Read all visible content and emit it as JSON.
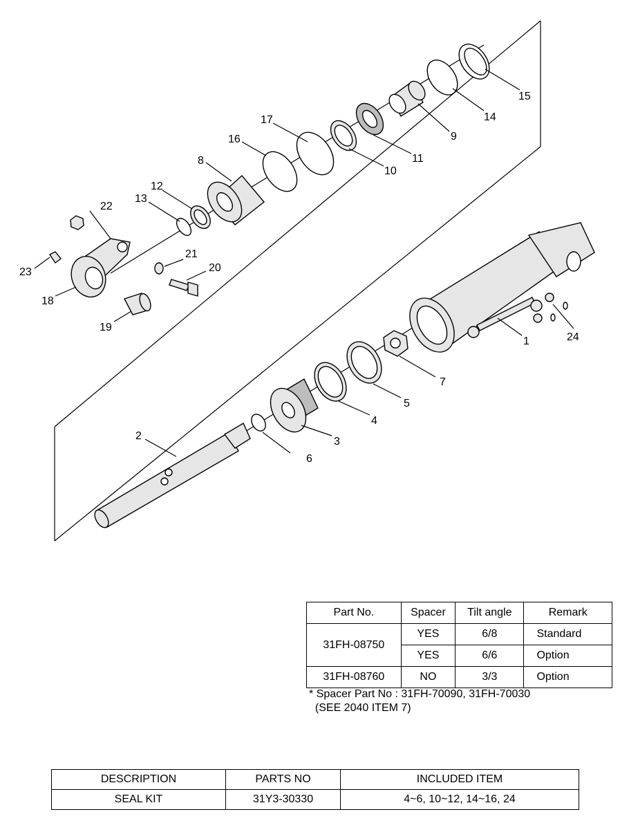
{
  "callouts": [
    "1",
    "2",
    "3",
    "4",
    "5",
    "6",
    "7",
    "8",
    "9",
    "10",
    "11",
    "12",
    "13",
    "14",
    "15",
    "16",
    "17",
    "18",
    "19",
    "20",
    "21",
    "22",
    "23",
    "24"
  ],
  "spec_table": {
    "headers": [
      "Part No.",
      "Spacer",
      "Tilt angle",
      "Remark"
    ],
    "rows": [
      {
        "part_no": "31FH-08750",
        "spacer": "YES",
        "tilt": "6/8",
        "remark": "Standard"
      },
      {
        "part_no": "",
        "spacer": "YES",
        "tilt": "6/6",
        "remark": "Option"
      },
      {
        "part_no": "31FH-08760",
        "spacer": "NO",
        "tilt": "3/3",
        "remark": "Option"
      }
    ]
  },
  "note": {
    "line1": "* Spacer Part No : 31FH-70090, 31FH-70030",
    "line2": "  (SEE 2040 ITEM 7)"
  },
  "kit_table": {
    "headers": [
      "DESCRIPTION",
      "PARTS NO",
      "INCLUDED ITEM"
    ],
    "row": {
      "description": "SEAL KIT",
      "parts_no": "31Y3-30330",
      "included": "4~6, 10~12, 14~16, 24"
    }
  }
}
